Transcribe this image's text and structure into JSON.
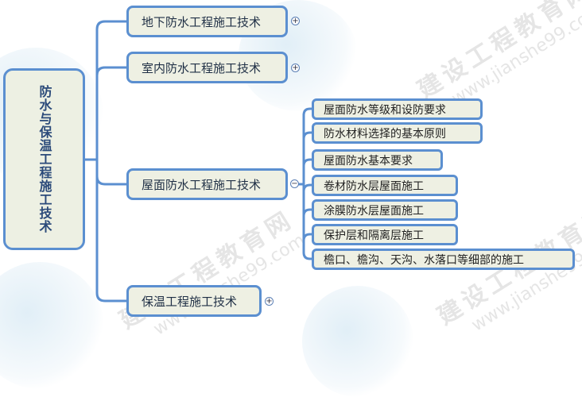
{
  "mindmap": {
    "root": {
      "label": "防水与保温工程施工技术"
    },
    "branches": [
      {
        "label": "地下防水工程施工技术",
        "toggle": "+",
        "state": "collapsed"
      },
      {
        "label": "室内防水工程施工技术",
        "toggle": "+",
        "state": "collapsed"
      },
      {
        "label": "屋面防水工程施工技术",
        "toggle": "−",
        "state": "expanded",
        "children": [
          {
            "label": "屋面防水等级和设防要求"
          },
          {
            "label": "防水材料选择的基本原则"
          },
          {
            "label": "屋面防水基本要求"
          },
          {
            "label": "卷材防水层屋面施工"
          },
          {
            "label": "涂膜防水层屋面施工"
          },
          {
            "label": "保护层和隔离层施工"
          },
          {
            "label": "檐口、檐沟、天沟、水落口等细部的施工"
          }
        ]
      },
      {
        "label": "保温工程施工技术",
        "toggle": "+",
        "state": "collapsed"
      }
    ]
  },
  "watermark": {
    "text_cn": "建设工程教育网",
    "text_url": "www.jianshe99.com"
  },
  "colors": {
    "line": "#5b8fd0",
    "node_fill": "#eef0e3",
    "text": "#1f3550"
  }
}
